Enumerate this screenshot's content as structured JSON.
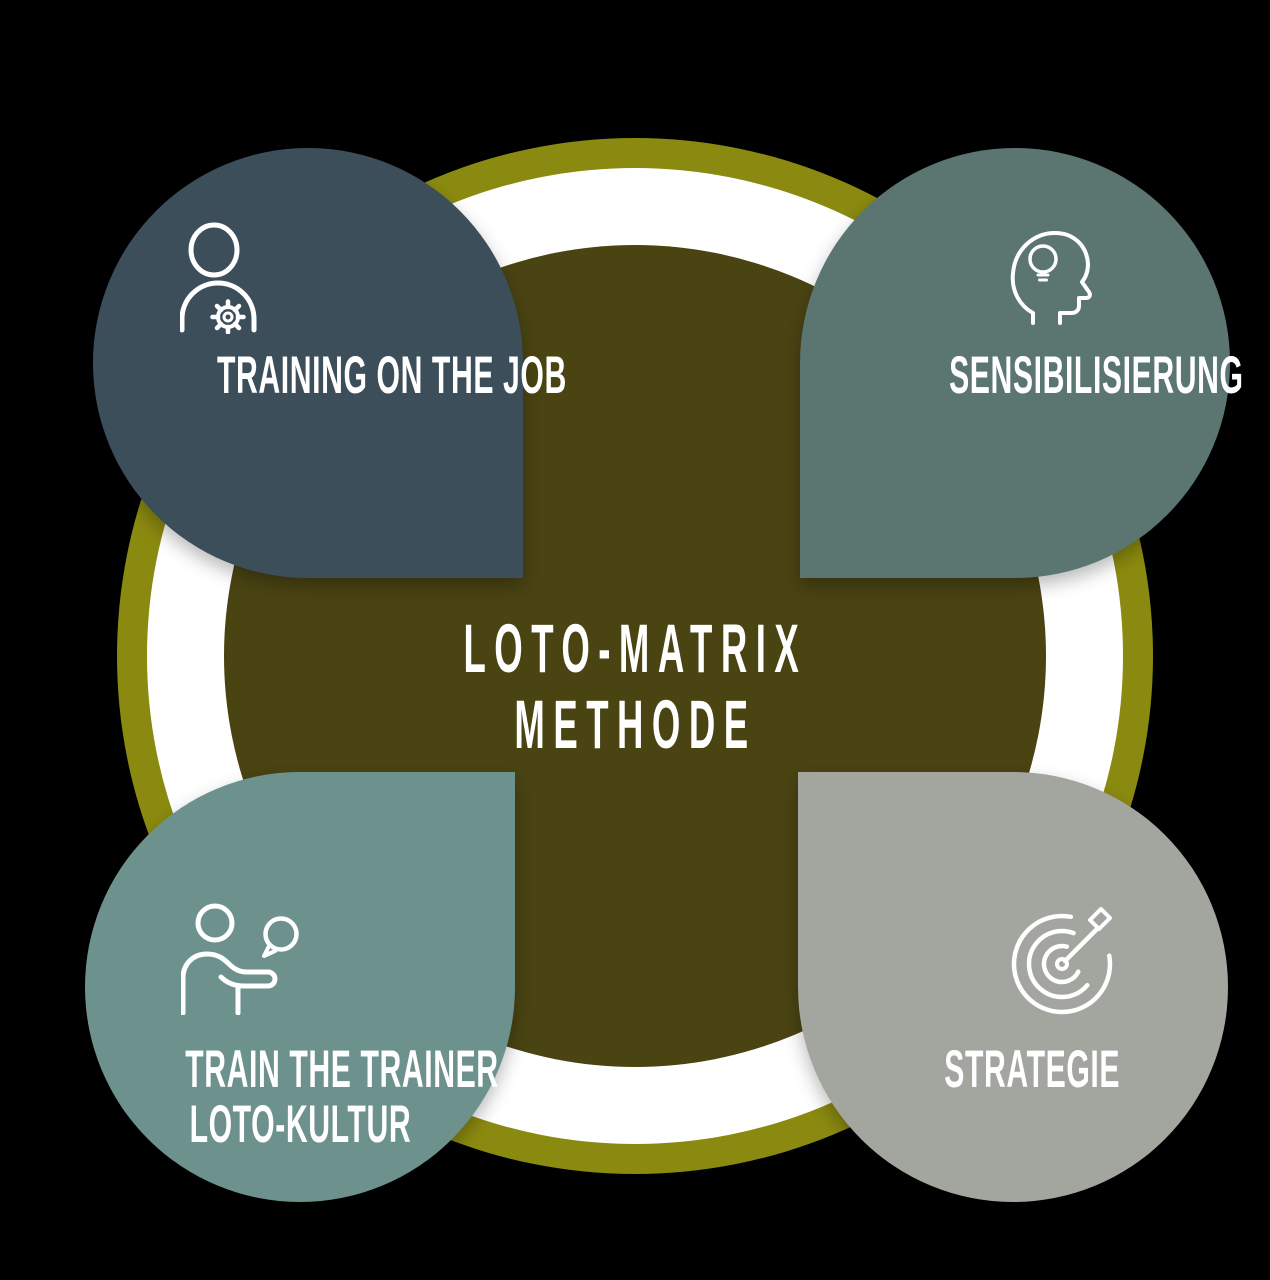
{
  "diagram": {
    "type": "quadrant-petal-diagram",
    "center": {
      "title_line1": "LOTO-MATRIX",
      "title_line2": "METHODE"
    },
    "quadrants": [
      {
        "position": "top-left",
        "label": "TRAINING ON THE JOB",
        "icon": "person-gear-icon",
        "color": "#3C4E5A"
      },
      {
        "position": "top-right",
        "label": "SENSIBILISIERUNG",
        "icon": "head-lightbulb-icon",
        "color": "#5B7570"
      },
      {
        "position": "bottom-left",
        "label_line1": "TRAIN THE TRAINER",
        "label_line2": "LOTO-KULTUR",
        "icon": "person-speech-bubble-icon",
        "color": "#6D928D"
      },
      {
        "position": "bottom-right",
        "label": "STRATEGIE",
        "icon": "target-arrow-icon",
        "color": "#A2A69E"
      }
    ],
    "colors": {
      "background": "#000000",
      "outer_ring": "#8B8A10",
      "middle_ring": "#FFFFFF",
      "center_circle": "#4A4413",
      "label_text": "#FFFFFF",
      "icon_stroke": "#FFFFFF"
    }
  }
}
